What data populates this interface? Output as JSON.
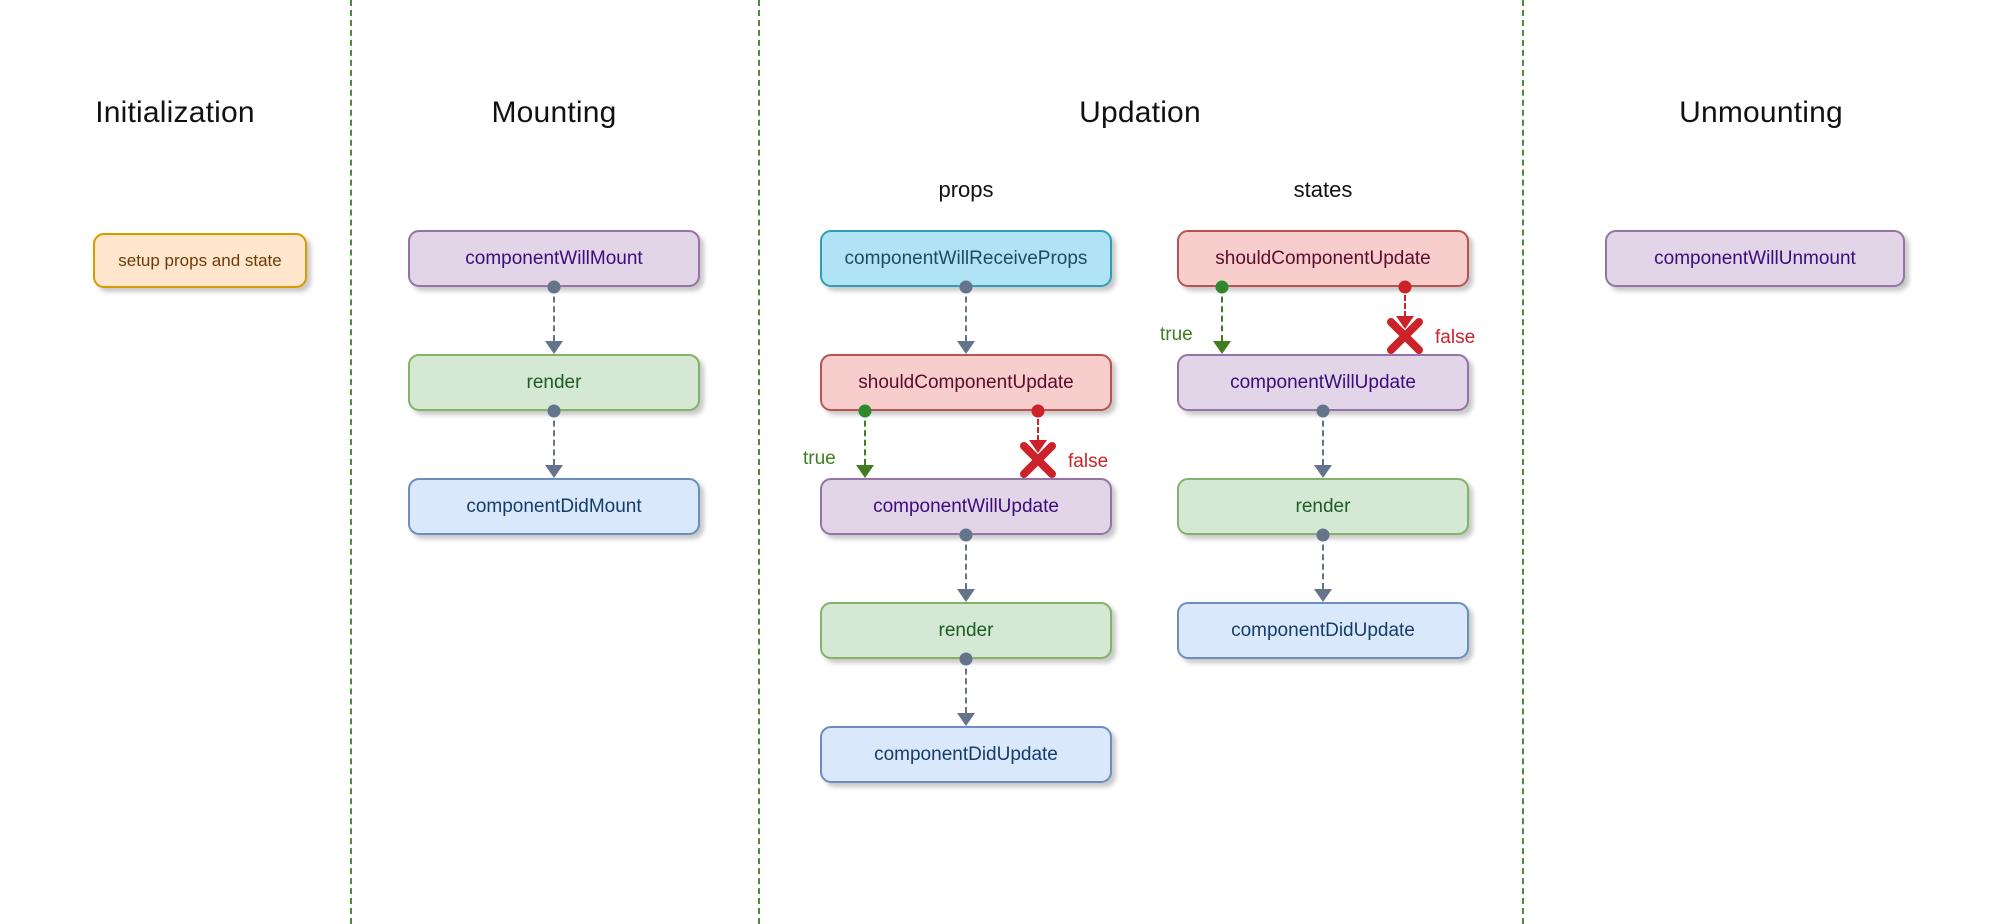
{
  "diagram": {
    "title_columns": [
      {
        "label": "Initialization"
      },
      {
        "label": "Mounting"
      },
      {
        "label": "Updation"
      },
      {
        "label": "Unmounting"
      }
    ],
    "sub_headers": [
      {
        "label": "props"
      },
      {
        "label": "states"
      }
    ],
    "branch_labels": {
      "true": "true",
      "false": "false"
    },
    "colors": {
      "divider": "#4f8a3d",
      "orange_fill": "#ffe6cc",
      "orange_border": "#d79b00",
      "purple_fill": "#e1d5e7",
      "purple_border": "#9673a6",
      "green_fill": "#d5e8d4",
      "green_border": "#82b366",
      "blue_fill": "#dae8fc",
      "blue_border": "#6c8ebf",
      "cyan_fill": "#b0e3f5",
      "cyan_border": "#2e9fb5",
      "red_fill": "#f8cecc",
      "red_border": "#b85450",
      "connector_gray": "#64748b",
      "connector_true": "#3f7d20",
      "connector_false": "#cc2229"
    },
    "columns": {
      "initialization": {
        "nodes": [
          {
            "label": "setup props and state"
          }
        ]
      },
      "mounting": {
        "nodes": [
          {
            "label": "componentWillMount"
          },
          {
            "label": "render"
          },
          {
            "label": "componentDidMount"
          }
        ]
      },
      "updation_props": {
        "nodes": [
          {
            "label": "componentWillReceiveProps"
          },
          {
            "label": "shouldComponentUpdate"
          },
          {
            "label": "componentWillUpdate"
          },
          {
            "label": "render"
          },
          {
            "label": "componentDidUpdate"
          }
        ]
      },
      "updation_states": {
        "nodes": [
          {
            "label": "shouldComponentUpdate"
          },
          {
            "label": "componentWillUpdate"
          },
          {
            "label": "render"
          },
          {
            "label": "componentDidUpdate"
          }
        ]
      },
      "unmounting": {
        "nodes": [
          {
            "label": "componentWillUnmount"
          }
        ]
      }
    }
  }
}
